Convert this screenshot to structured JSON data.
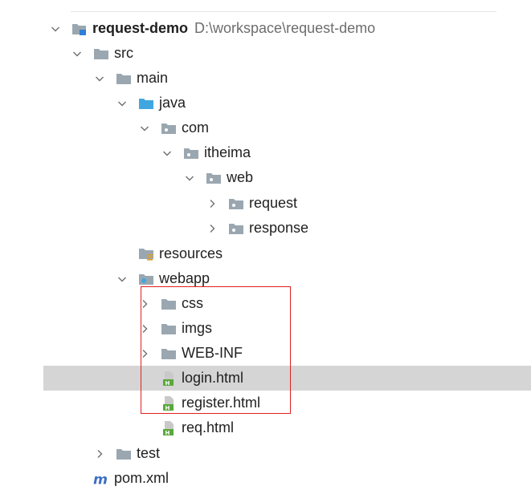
{
  "project": {
    "name": "request-demo",
    "path": "D:\\workspace\\request-demo"
  },
  "tree": [
    {
      "key": "request-demo",
      "label": "request-demo",
      "chevron": "down",
      "icon": "project-folder-icon",
      "level": 0
    },
    {
      "key": "src",
      "label": "src",
      "chevron": "down",
      "icon": "folder-icon",
      "level": 1
    },
    {
      "key": "main",
      "label": "main",
      "chevron": "down",
      "icon": "folder-icon",
      "level": 2
    },
    {
      "key": "java",
      "label": "java",
      "chevron": "down",
      "icon": "source-folder-icon",
      "level": 3
    },
    {
      "key": "com",
      "label": "com",
      "chevron": "down",
      "icon": "package-icon",
      "level": 4
    },
    {
      "key": "itheima",
      "label": "itheima",
      "chevron": "down",
      "icon": "package-icon",
      "level": 5
    },
    {
      "key": "web",
      "label": "web",
      "chevron": "down",
      "icon": "package-icon",
      "level": 6
    },
    {
      "key": "request",
      "label": "request",
      "chevron": "right",
      "icon": "package-icon",
      "level": 7
    },
    {
      "key": "response",
      "label": "response",
      "chevron": "right",
      "icon": "package-icon",
      "level": 7
    },
    {
      "key": "resources",
      "label": "resources",
      "chevron": "none",
      "icon": "resources-folder-icon",
      "level": 3
    },
    {
      "key": "webapp",
      "label": "webapp",
      "chevron": "down",
      "icon": "web-folder-icon",
      "level": 3
    },
    {
      "key": "css",
      "label": "css",
      "chevron": "right",
      "icon": "folder-icon",
      "level": 4
    },
    {
      "key": "imgs",
      "label": "imgs",
      "chevron": "right",
      "icon": "folder-icon",
      "level": 4
    },
    {
      "key": "web-inf",
      "label": "WEB-INF",
      "chevron": "right",
      "icon": "folder-icon",
      "level": 4
    },
    {
      "key": "login-html",
      "label": "login.html",
      "chevron": "none",
      "icon": "html-file-icon",
      "level": 4,
      "selected": true
    },
    {
      "key": "register-html",
      "label": "register.html",
      "chevron": "none",
      "icon": "html-file-icon",
      "level": 4
    },
    {
      "key": "req-html",
      "label": "req.html",
      "chevron": "none",
      "icon": "html-file-icon",
      "level": 4
    },
    {
      "key": "test",
      "label": "test",
      "chevron": "right",
      "icon": "folder-icon",
      "level": 2
    },
    {
      "key": "pom-xml",
      "label": "pom.xml",
      "chevron": "none",
      "icon": "maven-file-icon",
      "level": 1
    }
  ],
  "colors": {
    "folder": "#9aa7b0",
    "source_folder": "#40a6e0",
    "selection": "#d5d5d5",
    "highlight_border": "#e02020",
    "maven": "#3c6fc4",
    "html_green": "#5aa83c"
  }
}
